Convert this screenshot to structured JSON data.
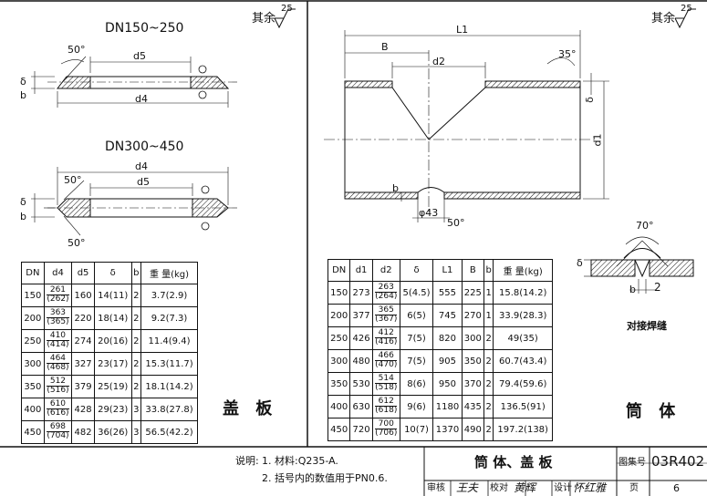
{
  "roughness": {
    "label": "其余",
    "value": "25"
  },
  "cover": {
    "title_small": "DN150~250",
    "title_large": "DN300~450",
    "labels": {
      "d4": "d4",
      "d5": "d5",
      "delta": "δ",
      "b": "b",
      "angle": "50°"
    },
    "name": "盖 板",
    "table": {
      "headers": [
        "DN",
        "d4",
        "d5",
        "δ",
        "b",
        "重 量(kg)"
      ],
      "rows": [
        [
          "150",
          "261",
          "(262)",
          "160",
          "14(11)",
          "2",
          "3.7(2.9)"
        ],
        [
          "200",
          "363",
          "(365)",
          "220",
          "18(14)",
          "2",
          "9.2(7.3)"
        ],
        [
          "250",
          "410",
          "(414)",
          "274",
          "20(16)",
          "2",
          "11.4(9.4)"
        ],
        [
          "300",
          "464",
          "(468)",
          "327",
          "23(17)",
          "2",
          "15.3(11.7)"
        ],
        [
          "350",
          "512",
          "(516)",
          "379",
          "25(19)",
          "2",
          "18.1(14.2)"
        ],
        [
          "400",
          "610",
          "(616)",
          "428",
          "29(23)",
          "3",
          "33.8(27.8)"
        ],
        [
          "450",
          "698",
          "(704)",
          "482",
          "36(26)",
          "3",
          "56.5(42.2)"
        ]
      ]
    }
  },
  "shell": {
    "labels": {
      "L1": "L1",
      "B": "B",
      "d2": "d2",
      "d1": "d1",
      "delta": "δ",
      "b": "b",
      "hole": "φ43",
      "angle35": "35°",
      "angle50": "50°"
    },
    "name": "筒 体",
    "table": {
      "headers": [
        "DN",
        "d1",
        "d2",
        "δ",
        "L1",
        "B",
        "b",
        "重 量(kg)"
      ],
      "rows": [
        [
          "150",
          "273",
          "263",
          "(264)",
          "5(4.5)",
          "555",
          "225",
          "1",
          "15.8(14.2)"
        ],
        [
          "200",
          "377",
          "365",
          "(367)",
          "6(5)",
          "745",
          "270",
          "1",
          "33.9(28.3)"
        ],
        [
          "250",
          "426",
          "412",
          "(416)",
          "7(5)",
          "820",
          "300",
          "2",
          "49(35)"
        ],
        [
          "300",
          "480",
          "466",
          "(470)",
          "7(5)",
          "905",
          "350",
          "2",
          "60.7(43.4)"
        ],
        [
          "350",
          "530",
          "514",
          "(518)",
          "8(6)",
          "950",
          "370",
          "2",
          "79.4(59.6)"
        ],
        [
          "400",
          "630",
          "612",
          "(618)",
          "9(6)",
          "1180",
          "435",
          "2",
          "136.5(91)"
        ],
        [
          "450",
          "720",
          "700",
          "(706)",
          "10(7)",
          "1370",
          "490",
          "2",
          "197.2(138)"
        ]
      ]
    }
  },
  "weld": {
    "angle": "70°",
    "delta": "δ",
    "b": "b",
    "gap": "2",
    "caption": "对接焊缝"
  },
  "notes": {
    "label": "说明:",
    "line1": "1. 材料:Q235-A.",
    "line2": "2. 括号内的数值用于PN0.6."
  },
  "titleblock": {
    "title": "筒 体、盖 板",
    "atlas_label": "图集号",
    "atlas_no": "03R402",
    "page_label": "页",
    "page_no": "6",
    "review": "审核",
    "review_sign": "王夫",
    "check": "校对",
    "check_sign": "黄辉",
    "design": "设计",
    "design_sign": "怀红雅"
  }
}
